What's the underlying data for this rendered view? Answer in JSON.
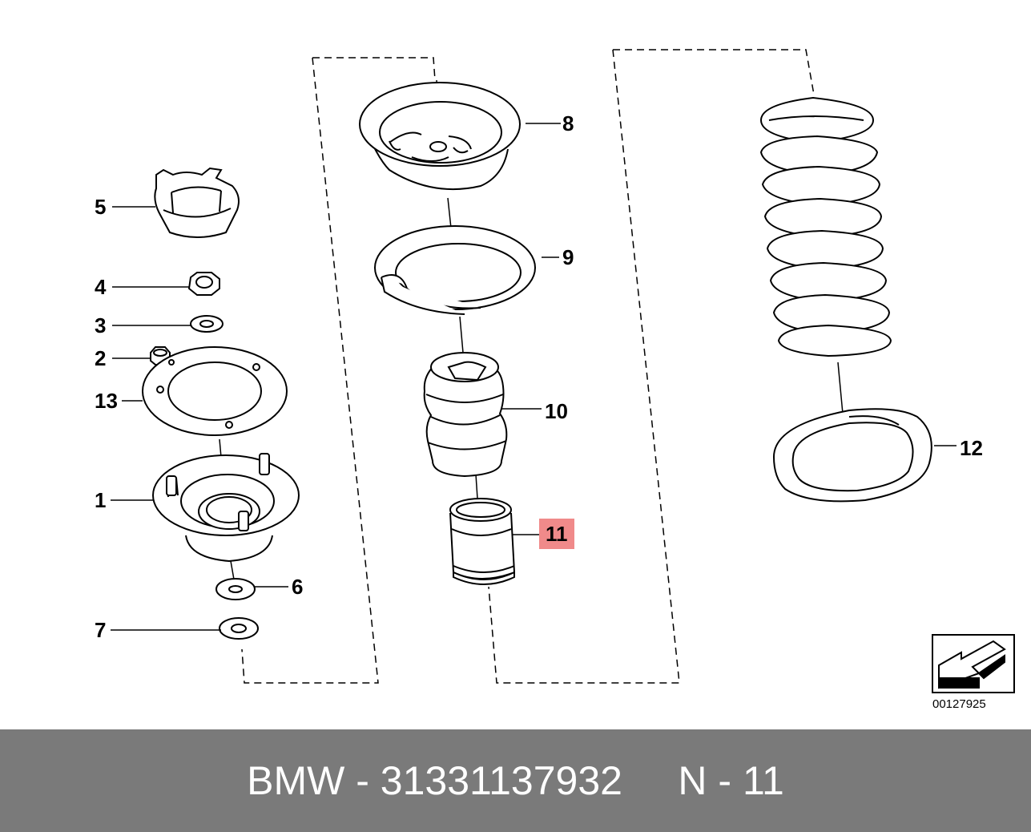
{
  "diagram": {
    "labels": [
      {
        "id": "1",
        "text": "1"
      },
      {
        "id": "2",
        "text": "2"
      },
      {
        "id": "3",
        "text": "3"
      },
      {
        "id": "4",
        "text": "4"
      },
      {
        "id": "5",
        "text": "5"
      },
      {
        "id": "6",
        "text": "6"
      },
      {
        "id": "7",
        "text": "7"
      },
      {
        "id": "8",
        "text": "8"
      },
      {
        "id": "9",
        "text": "9"
      },
      {
        "id": "10",
        "text": "10"
      },
      {
        "id": "11",
        "text": "11",
        "highlighted": true
      },
      {
        "id": "12",
        "text": "12"
      },
      {
        "id": "13",
        "text": "13"
      }
    ],
    "highlight_color": "#f08a8a",
    "reference_number": "00127925"
  },
  "footer": {
    "brand": "BMW",
    "part_number": "31331137932",
    "position": "N - 11",
    "text": "BMW - 31331137932     N - 11",
    "background": "#7a7a7a"
  }
}
